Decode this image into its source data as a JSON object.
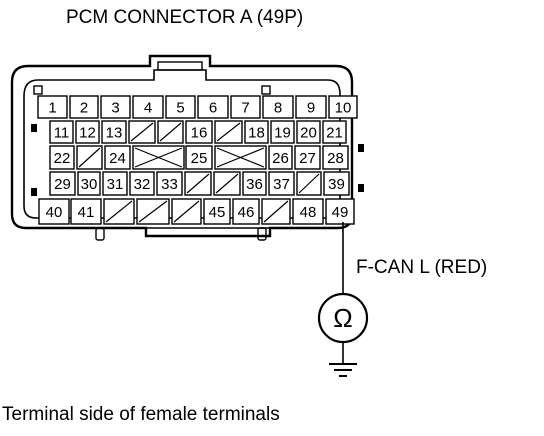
{
  "title": "PCM CONNECTOR A (49P)",
  "caption": "Terminal side of female terminals",
  "probe": {
    "label": "F-CAN L (RED)",
    "symbol": "Ω",
    "meter": "ohmmeter-icon",
    "ground": "ground-icon"
  },
  "connector": {
    "pin_count": 49,
    "rows": [
      [
        "1",
        "2",
        "3",
        "4",
        "5",
        "6",
        "7",
        "8",
        "9",
        "10"
      ],
      [
        "11",
        "12",
        "13",
        "",
        "",
        "16",
        "",
        "18",
        "19",
        "20",
        "21"
      ],
      [
        "22",
        "",
        "24",
        "",
        "",
        "25",
        "",
        "",
        "26",
        "27",
        "28"
      ],
      [
        "29",
        "30",
        "31",
        "32",
        "33",
        "",
        "",
        "36",
        "37",
        "",
        "39"
      ],
      [
        "40",
        "41",
        "",
        "",
        "",
        "45",
        "46",
        "",
        "48",
        "49"
      ]
    ]
  }
}
